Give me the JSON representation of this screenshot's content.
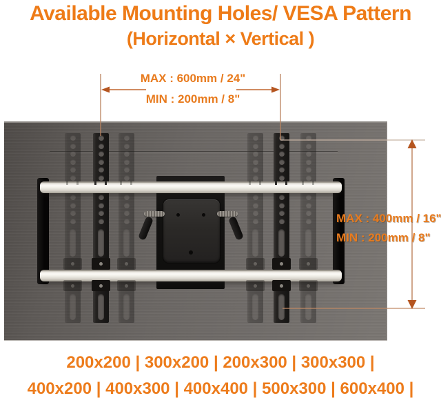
{
  "title": {
    "line1": "Available Mounting Holes/ VESA Pattern",
    "line2": "(Horizontal × Vertical )"
  },
  "dimensions": {
    "horizontal": {
      "max": "MAX :  600mm / 24\"",
      "min": "MIN :  200mm / 8\""
    },
    "vertical": {
      "max": "MAX :  400mm / 16\"",
      "min": "MIN :  200mm / 8\""
    }
  },
  "vesa_patterns": {
    "line1": "200x200 | 300x200 | 200x300 | 300x300 |",
    "line2": "400x200 | 400x300 | 400x400 | 500x300 | 600x400 |"
  },
  "colors": {
    "accent_orange": "#ee7b17",
    "dim_text_orange": "#e87b1e",
    "dim_line": "#c1885f",
    "arrow": "#b55a28",
    "panel_gray": "#6b6764",
    "rail_black": "#1c1a19",
    "bar_silver": "#f1efe8"
  }
}
